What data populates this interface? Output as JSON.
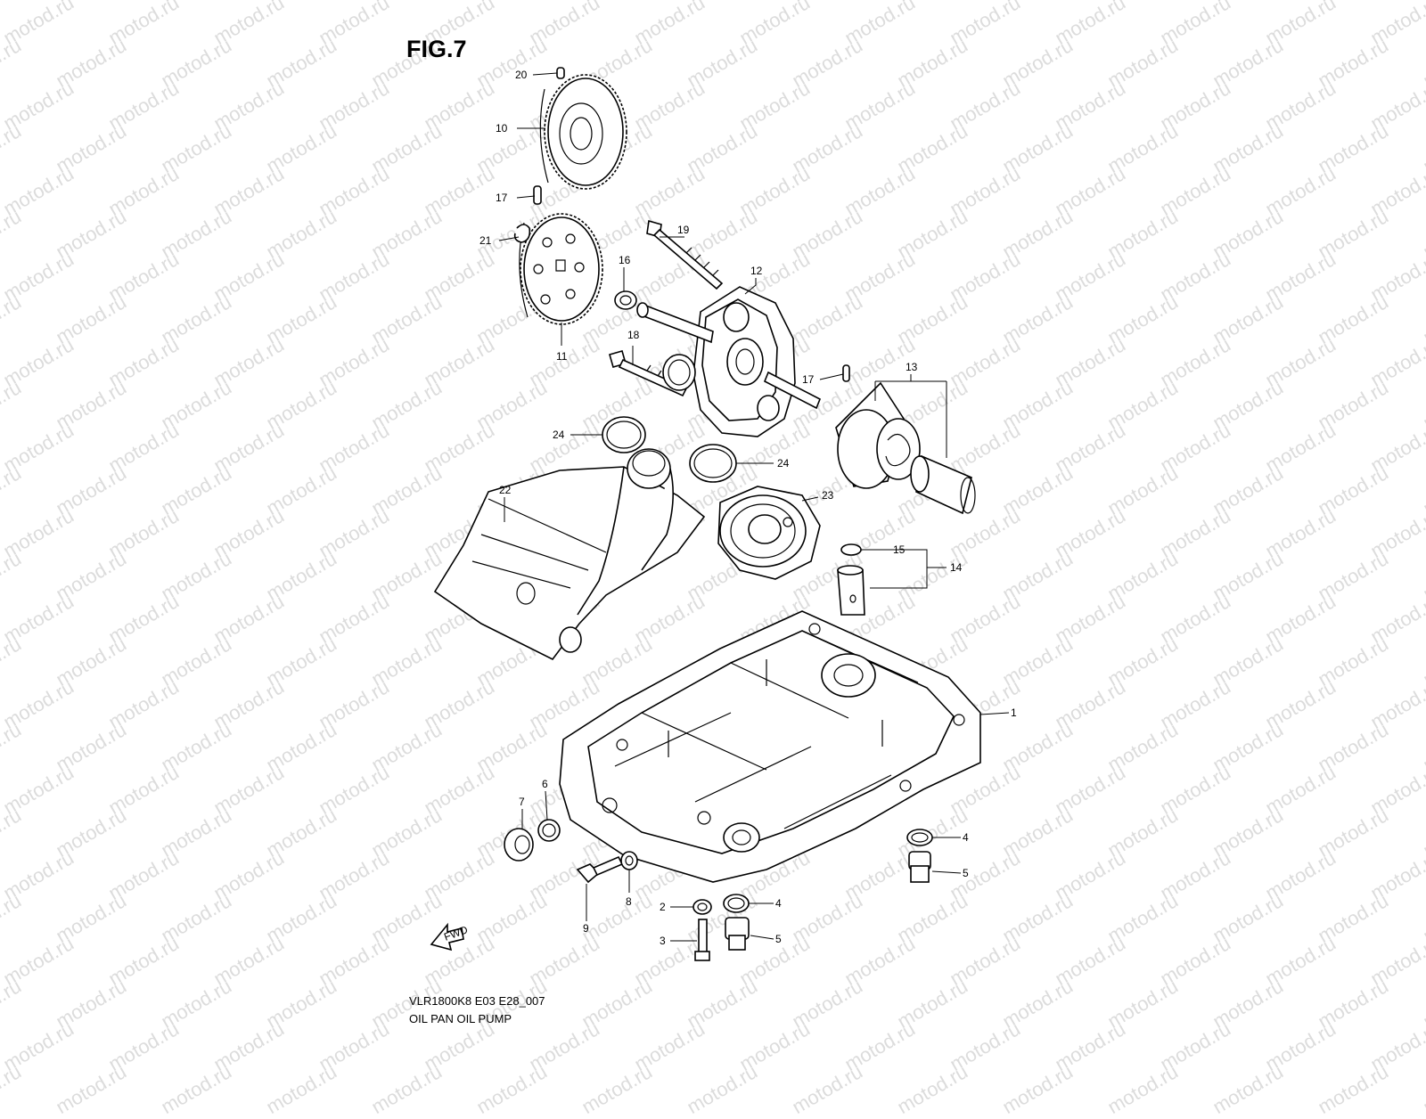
{
  "figure": {
    "title": "FIG.7",
    "model_code": "VLR1800K8 E03 E28_007",
    "subtitle": "OIL PAN OIL PUMP",
    "watermark": "motod.ru",
    "fwd_label": "FWD"
  },
  "callouts": [
    {
      "id": "c20",
      "label": "20"
    },
    {
      "id": "c10",
      "label": "10"
    },
    {
      "id": "c17a",
      "label": "17"
    },
    {
      "id": "c21",
      "label": "21"
    },
    {
      "id": "c19",
      "label": "19"
    },
    {
      "id": "c16",
      "label": "16"
    },
    {
      "id": "c12",
      "label": "12"
    },
    {
      "id": "c11",
      "label": "11"
    },
    {
      "id": "c18",
      "label": "18"
    },
    {
      "id": "c17b",
      "label": "17"
    },
    {
      "id": "c13",
      "label": "13"
    },
    {
      "id": "c24a",
      "label": "24"
    },
    {
      "id": "c24b",
      "label": "24"
    },
    {
      "id": "c22",
      "label": "22"
    },
    {
      "id": "c23",
      "label": "23"
    },
    {
      "id": "c15",
      "label": "15"
    },
    {
      "id": "c14",
      "label": "14"
    },
    {
      "id": "c1",
      "label": "1"
    },
    {
      "id": "c7",
      "label": "7"
    },
    {
      "id": "c6",
      "label": "6"
    },
    {
      "id": "c4a",
      "label": "4"
    },
    {
      "id": "c5a",
      "label": "5"
    },
    {
      "id": "c8",
      "label": "8"
    },
    {
      "id": "c9",
      "label": "9"
    },
    {
      "id": "c2",
      "label": "2"
    },
    {
      "id": "c4b",
      "label": "4"
    },
    {
      "id": "c3",
      "label": "3"
    },
    {
      "id": "c5b",
      "label": "5"
    }
  ]
}
